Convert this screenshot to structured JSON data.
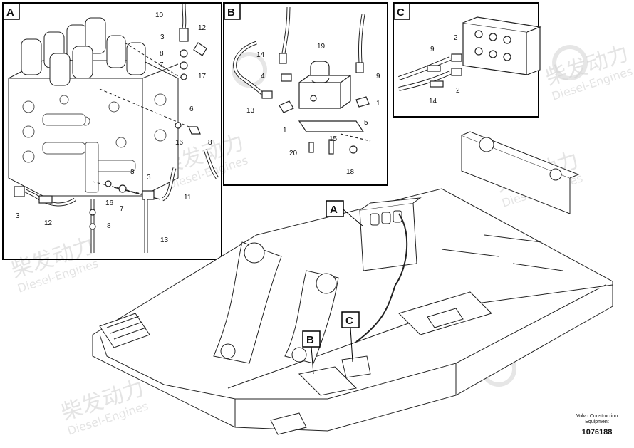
{
  "watermark": {
    "cn": "柴发动力",
    "en": "Diesel-Engines",
    "icon": "diesel-logo-icon"
  },
  "panels": {
    "A": {
      "tag": "A",
      "callouts": [
        "10",
        "12",
        "3",
        "8",
        "7",
        "17",
        "6",
        "16",
        "8",
        "8",
        "3",
        "16",
        "7",
        "11",
        "3",
        "12",
        "8",
        "13"
      ]
    },
    "B": {
      "tag": "B",
      "callouts": [
        "19",
        "14",
        "4",
        "9",
        "13",
        "1",
        "1",
        "5",
        "15",
        "20",
        "18"
      ]
    },
    "C": {
      "tag": "C",
      "callouts": [
        "2",
        "9",
        "2",
        "14"
      ]
    }
  },
  "overview": {
    "tags": [
      "A",
      "B",
      "C"
    ]
  },
  "footer": {
    "company_line1": "Volvo Construction",
    "company_line2": "Equipment",
    "drawing_number": "1076188"
  }
}
